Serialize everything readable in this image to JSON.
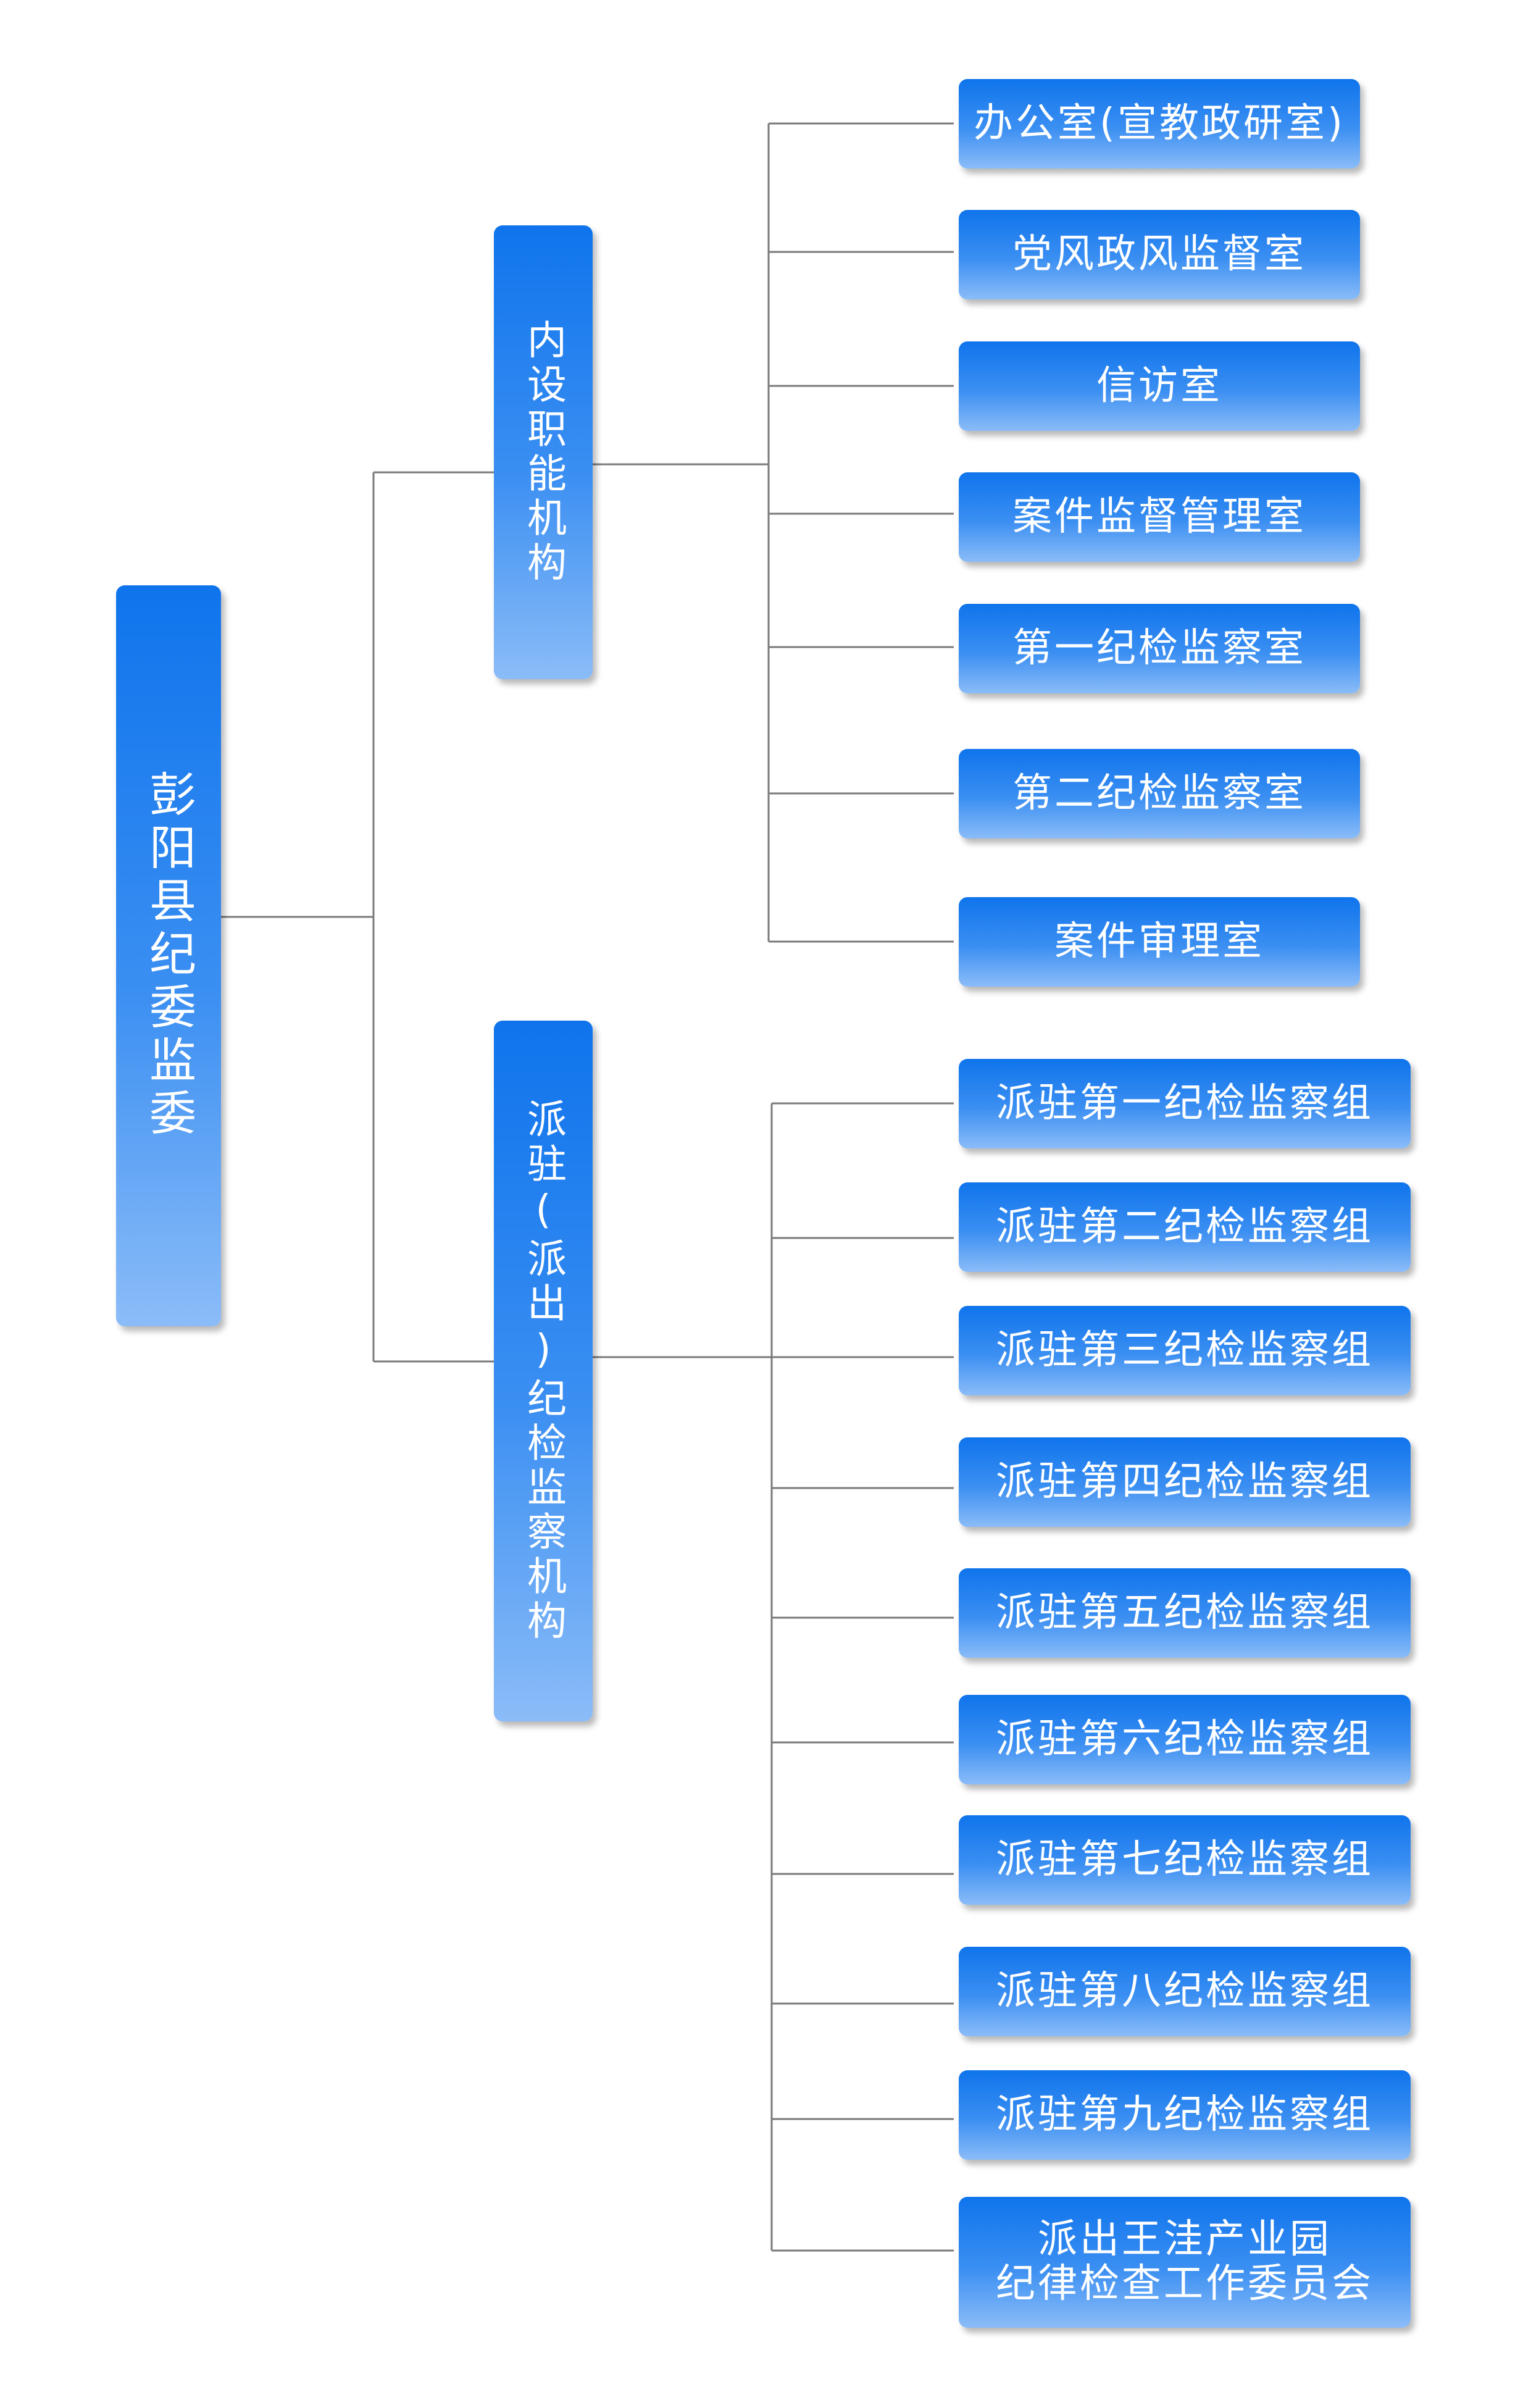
{
  "chart_title": "",
  "root": {
    "label": "彭阳县纪委监委"
  },
  "internal": {
    "label": "内设职能机构",
    "units": [
      "办公室(宣教政研室)",
      "党风政风监督室",
      "信访室",
      "案件监督管理室",
      "第一纪检监察室",
      "第二纪检监察室",
      "案件审理室"
    ]
  },
  "dispatched": {
    "label": "派驻(派出)纪检监察机构",
    "units": [
      "派驻第一纪检监察组",
      "派驻第二纪检监察组",
      "派驻第三纪检监察组",
      "派驻第四纪检监察组",
      "派驻第五纪检监察组",
      "派驻第六纪检监察组",
      "派驻第七纪检监察组",
      "派驻第八纪检监察组",
      "派驻第九纪检监察组"
    ],
    "park_committee": {
      "line1": "派出王洼产业园",
      "line2": "纪律检查工作委员会"
    }
  },
  "colors": {
    "box_top": "#0f74ec",
    "box_bottom": "#8bbcf8",
    "text": "#ffffff",
    "connector": "#7a7a7a"
  }
}
